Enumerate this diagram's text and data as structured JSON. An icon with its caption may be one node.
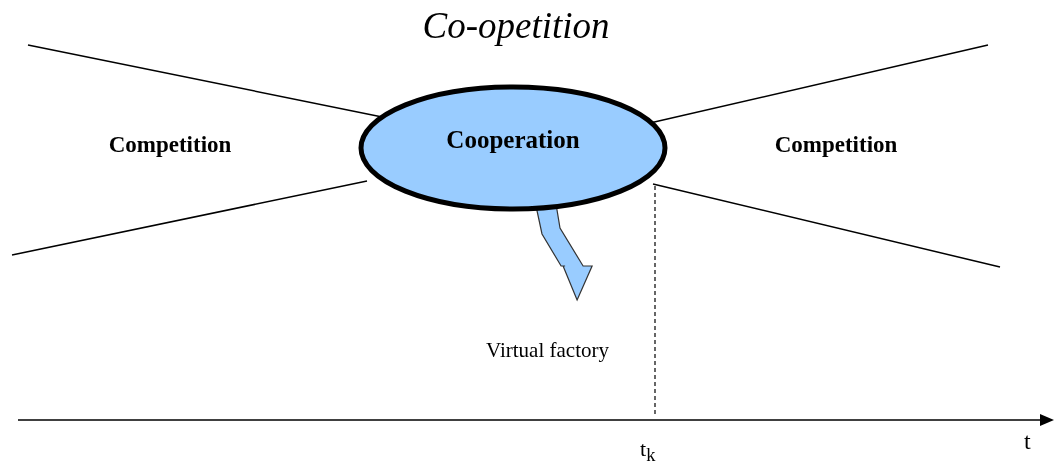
{
  "diagram": {
    "title": "Co-opetition",
    "nodes": [
      {
        "text": [
          "Competition"
        ]
      },
      {
        "text": [
          "Cooperation"
        ]
      },
      {
        "text": [
          "Competition"
        ]
      },
      {
        "text": [
          "Virtual factory"
        ]
      }
    ],
    "edges": [
      {
        "from": 1,
        "to": 3,
        "arrow": "to"
      }
    ],
    "labels": [
      "t$_{k}$",
      "t"
    ]
  }
}
